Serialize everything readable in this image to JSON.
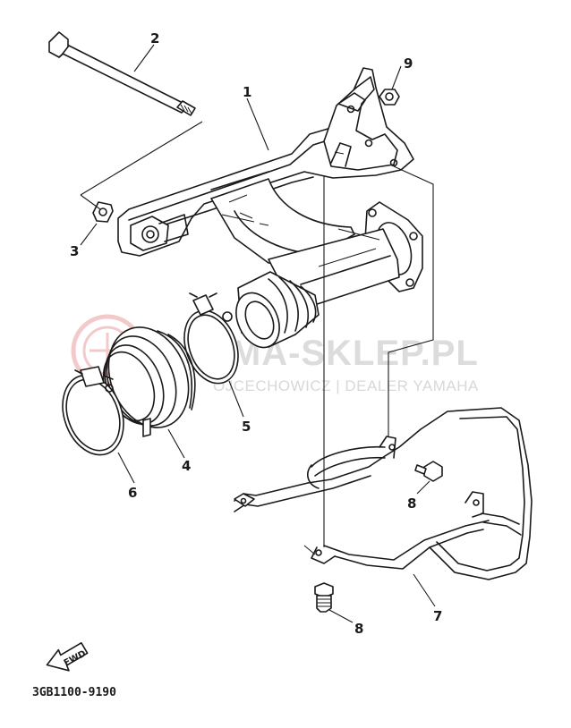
{
  "watermark": {
    "title": "AMA-SKLEP.PL",
    "subtitle": "OJCECHOWICZ | DEALER YAMAHA",
    "logo_color": "#e8a0a0"
  },
  "callouts": [
    {
      "id": "part-1",
      "label": "1"
    },
    {
      "id": "part-2",
      "label": "2"
    },
    {
      "id": "part-3",
      "label": "3"
    },
    {
      "id": "part-4",
      "label": "4"
    },
    {
      "id": "part-5",
      "label": "5"
    },
    {
      "id": "part-6",
      "label": "6"
    },
    {
      "id": "part-7",
      "label": "7"
    },
    {
      "id": "part-8a",
      "label": "8"
    },
    {
      "id": "part-8b",
      "label": "8"
    },
    {
      "id": "part-9",
      "label": "9"
    }
  ],
  "fwd_label": "FWD",
  "diagram_code": "3GB1100-9190"
}
